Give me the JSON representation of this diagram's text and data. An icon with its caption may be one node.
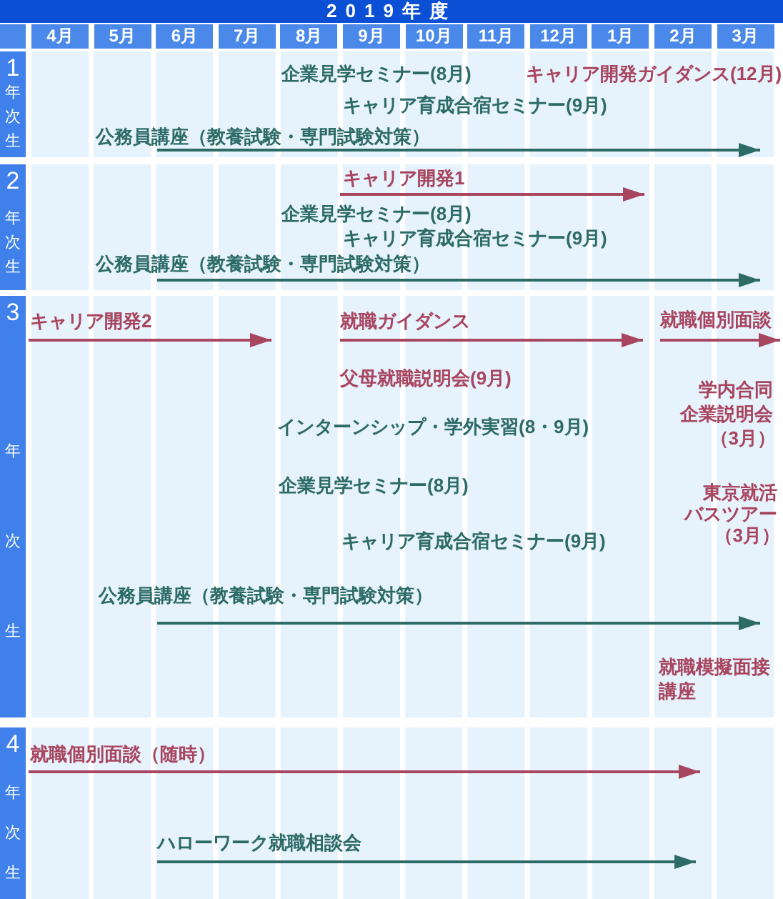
{
  "diagram": {
    "title": "2019年度",
    "nodes": [
      {
        "text": [
          "4月"
        ]
      },
      {
        "text": [
          "5月"
        ]
      },
      {
        "text": [
          "6月"
        ]
      },
      {
        "text": [
          "7月"
        ]
      },
      {
        "text": [
          "8月"
        ]
      },
      {
        "text": [
          "9月"
        ]
      },
      {
        "text": [
          "10月"
        ]
      },
      {
        "text": [
          "11月"
        ]
      },
      {
        "text": [
          "12月"
        ]
      },
      {
        "text": [
          "1月"
        ]
      },
      {
        "text": [
          "2月"
        ]
      },
      {
        "text": [
          "3月"
        ]
      },
      {
        "text": [
          "1",
          "年次生"
        ]
      },
      {
        "text": [
          "2",
          "年次生"
        ]
      },
      {
        "text": [
          "3",
          "年次生"
        ]
      },
      {
        "text": [
          "4",
          "年次生"
        ]
      }
    ],
    "labels": [
      "企業見学セミナー(8月)",
      "キャリア開発ガイダンス(12月)",
      "キャリア育成合宿セミナー(9月)",
      "公務員講座（教養試験・専門試験対策）",
      "キャリア開発1",
      "企業見学セミナー(8月)",
      "キャリア育成合宿セミナー(9月)",
      "公務員講座（教養試験・専門試験対策）",
      "キャリア開発2",
      "就職ガイダンス",
      "就職個別面談",
      "父母就職説明会(9月)",
      "学内合同企業説明会（3月）",
      "インターンシップ・学外実習(8・9月)",
      "企業見学セミナー(8月)",
      "東京就活バスツアー（3月）",
      "キャリア育成合宿セミナー(9月)",
      "公務員講座（教養試験・専門試験対策）",
      "就職模擬面接講座",
      "就職個別面談（随時）",
      "ハローワーク就職相談会"
    ]
  }
}
